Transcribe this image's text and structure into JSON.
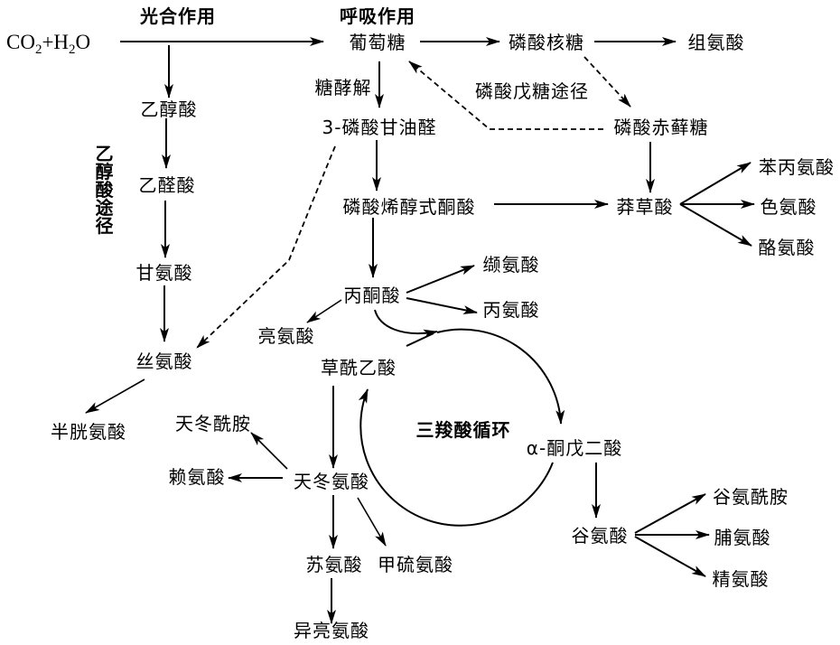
{
  "colors": {
    "ink": "#000000",
    "background": "#ffffff"
  },
  "headers": {
    "photosynthesis": "光合作用",
    "respiration": "呼吸作用"
  },
  "reactants": {
    "part_co": "CO",
    "sub_1": "2",
    "part_plus_h": "+H",
    "sub_2": "2",
    "part_o": "O"
  },
  "pathway_labels": {
    "glycolysis": "糖酵解",
    "pentose_phosphate": "磷酸戊糖途径",
    "glycolate_pathway": "乙醇酸途径",
    "tca_cycle": "三羧酸循环"
  },
  "nodes": {
    "glucose": "葡萄糖",
    "ribose_phosphate": "磷酸核糖",
    "histidine": "组氨酸",
    "glycolic_acid": "乙醇酸",
    "glyoxylic_acid": "乙醛酸",
    "glycine": "甘氨酸",
    "serine": "丝氨酸",
    "cysteine": "半胱氨酸",
    "g3p": "3-磷酸甘油醛",
    "erythrose_phosphate": "磷酸赤藓糖",
    "pep": "磷酸烯醇式酮酸",
    "shikimic_acid": "莽草酸",
    "phenylalanine": "苯丙氨酸",
    "tryptophan": "色氨酸",
    "tyrosine": "酪氨酸",
    "pyruvate": "丙酮酸",
    "valine": "缬氨酸",
    "alanine": "丙氨酸",
    "leucine": "亮氨酸",
    "oxaloacetate": "草酰乙酸",
    "aspartate": "天冬氨酸",
    "asparagine": "天冬酰胺",
    "lysine": "赖氨酸",
    "threonine": "苏氨酸",
    "methionine": "甲硫氨酸",
    "isoleucine": "异亮氨酸",
    "alpha_ketoglutarate": "α-酮戊二酸",
    "glutamate": "谷氨酸",
    "glutamine": "谷氨酰胺",
    "proline": "脯氨酸",
    "arginine": "精氨酸"
  }
}
